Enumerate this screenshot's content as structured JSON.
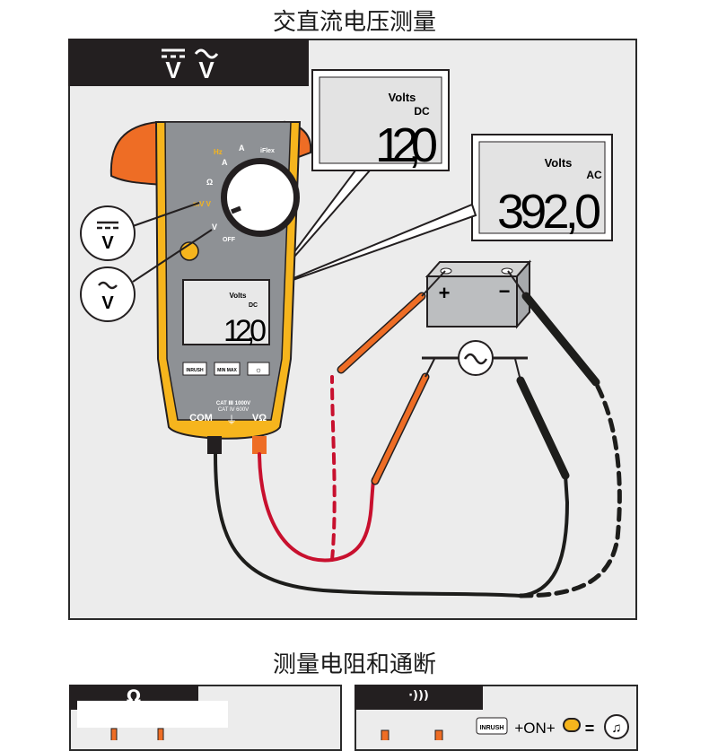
{
  "section1": {
    "title": "交直流电压测量",
    "mode_label": "V V"
  },
  "lcd_dc_callout": {
    "unit": "Volts",
    "mode": "DC",
    "value": "12,0"
  },
  "lcd_ac_callout": {
    "unit": "Volts",
    "mode": "AC",
    "value": "392,0"
  },
  "meter": {
    "dial": {
      "hz": "Hz",
      "amp": "A",
      "ohm": "Ω",
      "mv": "mV V",
      "vac": "V",
      "off": "OFF",
      "iflex": "iFlex"
    },
    "lcd": {
      "unit": "Volts",
      "mode": "DC",
      "value": "12,0"
    },
    "buttons": [
      "INRUSH",
      "MIN MAX",
      "☼"
    ],
    "cat_line1": "CAT Ⅲ 1000V",
    "cat_line2": "CAT Ⅳ 600V",
    "com_label": "COM",
    "v_label": "VΩ"
  },
  "callouts": {
    "dc_symbol": "V",
    "ac_symbol": "V"
  },
  "battery": {
    "plus": "+",
    "minus": "−"
  },
  "section2": {
    "title": "测量电阻和通断",
    "left_tab": "Ω",
    "right_tab": "·)))",
    "formula_inrush": "INRUSH",
    "formula_text": "+ON+"
  },
  "colors": {
    "meter_yellow": "#f6b51d",
    "meter_gray": "#8e9195",
    "clamp_orange": "#ee6d25",
    "probe_red": "#c8102e",
    "lead_black": "#1d1d1b"
  }
}
